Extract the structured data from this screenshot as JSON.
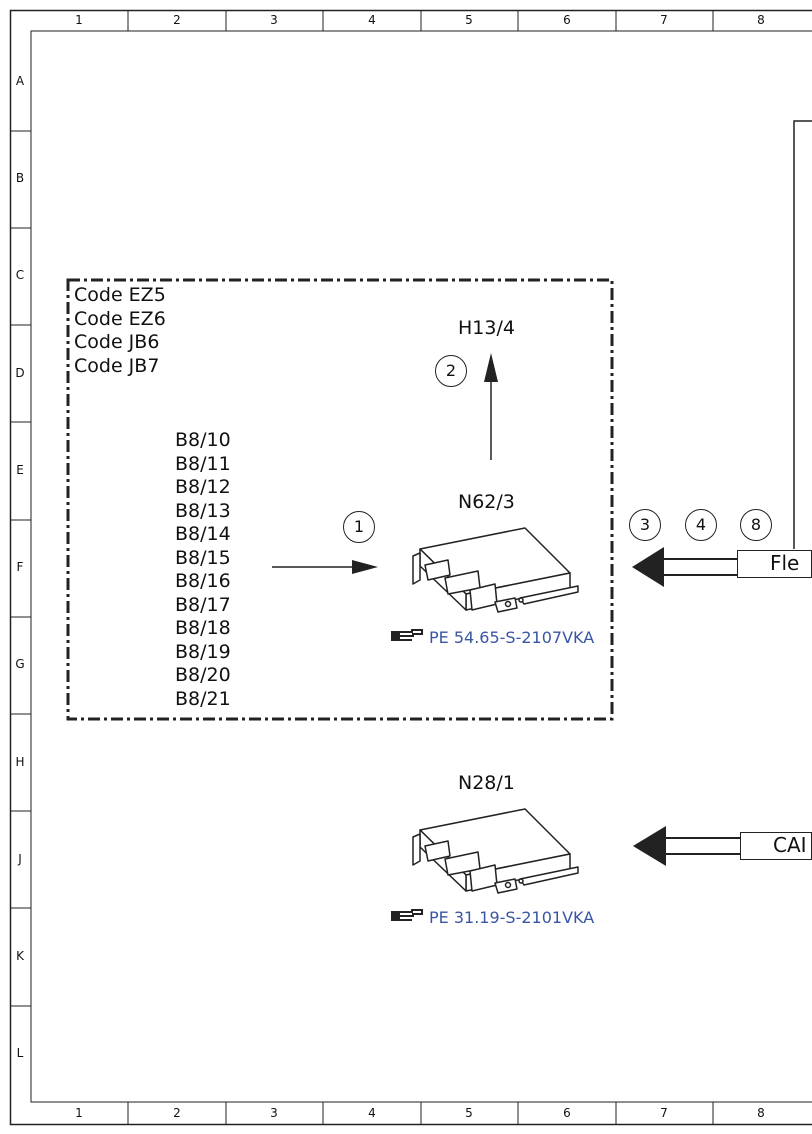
{
  "grid": {
    "columns": [
      "1",
      "2",
      "3",
      "4",
      "5",
      "6",
      "7",
      "8"
    ],
    "rows": [
      "A",
      "B",
      "C",
      "D",
      "E",
      "F",
      "G",
      "H",
      "J",
      "K",
      "L"
    ]
  },
  "option_box": {
    "codes": [
      "Code EZ5",
      "Code EZ6",
      "Code JB6",
      "Code JB7"
    ],
    "sensors": [
      "B8/10",
      "B8/11",
      "B8/12",
      "B8/13",
      "B8/14",
      "B8/15",
      "B8/16",
      "B8/17",
      "B8/18",
      "B8/19",
      "B8/20",
      "B8/21"
    ]
  },
  "components": {
    "h13_4": "H13/4",
    "n62_3": "N62/3",
    "n28_1": "N28/1"
  },
  "markers": {
    "m1": "1",
    "m2": "2",
    "m3": "3",
    "m4": "4",
    "m8": "8"
  },
  "references": {
    "n62_3_ref": "PE 54.65-S-2107VKA",
    "n28_1_ref": "PE 31.19-S-2101VKA"
  },
  "bus_labels": {
    "upper": "Fle",
    "lower": "CAI"
  },
  "colors": {
    "reference_link": "#3a55a4",
    "line": "#222222"
  }
}
